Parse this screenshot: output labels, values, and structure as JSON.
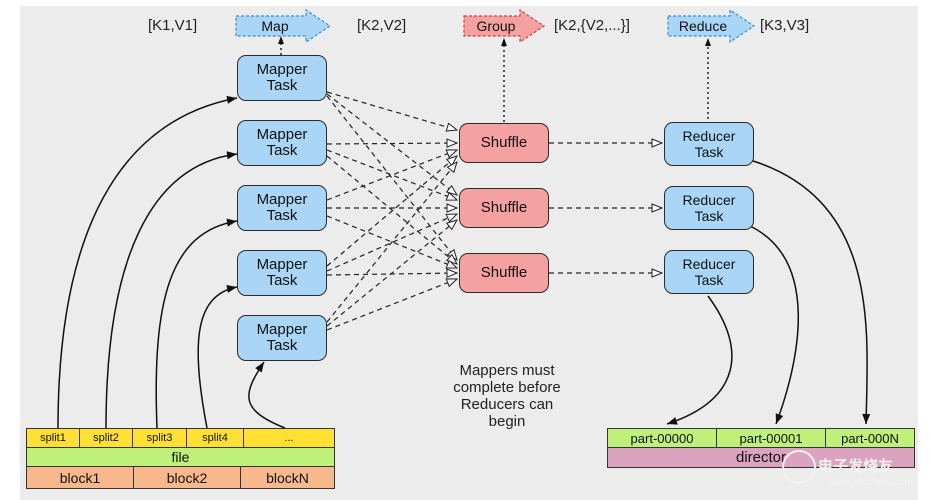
{
  "headers": {
    "kv1": "[K1,V1]",
    "map": "Map",
    "kv2": "[K2,V2]",
    "group": "Group",
    "kv_group": "[K2,{V2,...}]",
    "reduce": "Reduce",
    "kv3": "[K3,V3]"
  },
  "mappers": [
    "Mapper Task",
    "Mapper Task",
    "Mapper Task",
    "Mapper Task",
    "Mapper Task"
  ],
  "shuffles": [
    "Shuffle",
    "Shuffle",
    "Shuffle"
  ],
  "reducers": [
    "Reducer Task",
    "Reducer Task",
    "Reducer Task"
  ],
  "note": [
    "Mappers must",
    "complete before",
    "Reducers can",
    "begin"
  ],
  "input": {
    "splits": [
      "split1",
      "split2",
      "split3",
      "split4",
      "..."
    ],
    "file": "file",
    "blocks": [
      "block1",
      "block2",
      "blockN"
    ]
  },
  "output": {
    "parts": [
      "part-00000",
      "part-00001",
      "part-000N"
    ],
    "directory": "director"
  },
  "watermark": {
    "title": "电子发烧友",
    "url": "www.elecfans.com"
  },
  "colors": {
    "mapper_fill": "#a9d6f7",
    "shuffle_fill": "#f6a1a1",
    "split_fill": "#ffe033",
    "file_fill": "#bff07a",
    "block_fill": "#f7b98b",
    "directory_fill": "#dba3bf"
  }
}
